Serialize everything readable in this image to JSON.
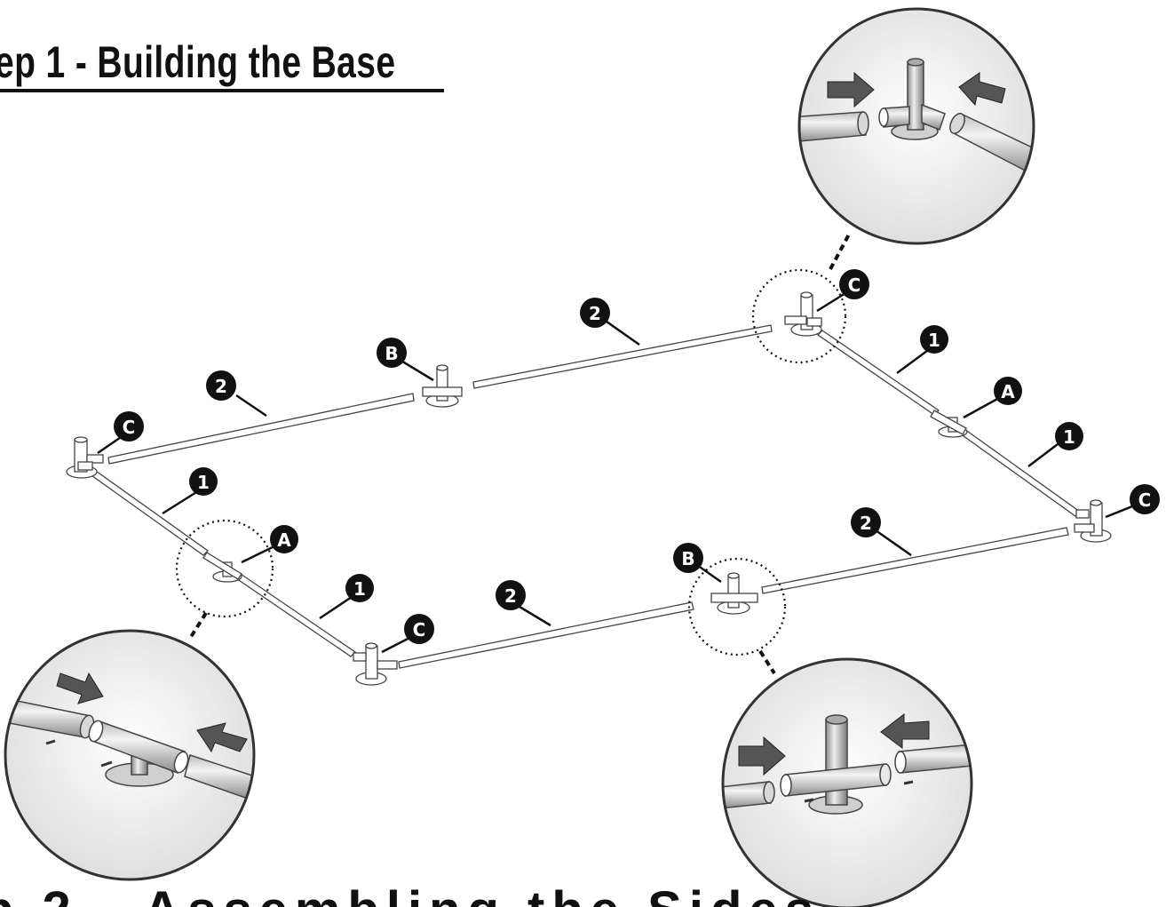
{
  "header": {
    "step_title": "ep 1 - Building the Base",
    "next_step_title": "p 2 - Assembling the Sides"
  },
  "callouts": {
    "pole_1": "1",
    "pole_2": "2",
    "connector_a": "A",
    "connector_b": "B",
    "connector_c": "C"
  },
  "colors": {
    "ink": "#111111",
    "tube_fill": "#e4e4e4",
    "tube_outline": "#555555",
    "arrow_fill": "#555555",
    "detail_background": "#f2f2f2"
  }
}
